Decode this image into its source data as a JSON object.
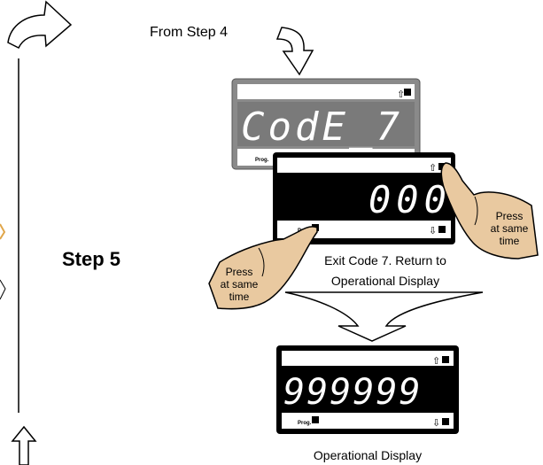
{
  "header": {
    "from_step": "From Step 4"
  },
  "step_label": "Step 5",
  "displays": {
    "code": {
      "readout": "CodE_7",
      "prog_label": "Prog."
    },
    "exit": {
      "readout": "000",
      "prog_label": "Prog."
    },
    "operational": {
      "readout": "999999",
      "prog_label": "Prog."
    }
  },
  "callouts": {
    "press_left": [
      "Press",
      "at same",
      "time"
    ],
    "press_right": [
      "Press",
      "at same",
      "time"
    ]
  },
  "captions": {
    "exit_line1": "Exit Code 7. Return to",
    "exit_line2": "Operational Display",
    "operational": "Operational Display"
  },
  "icons": [
    "curved-arrow-icon",
    "up-arrow-icon",
    "down-arrow-icon",
    "pointing-finger-icon",
    "wide-down-arrow-icon"
  ],
  "colors": {
    "gray_display": "#8a8a8a",
    "black_display": "#000000",
    "finger_fill": "#e9c9a0"
  }
}
